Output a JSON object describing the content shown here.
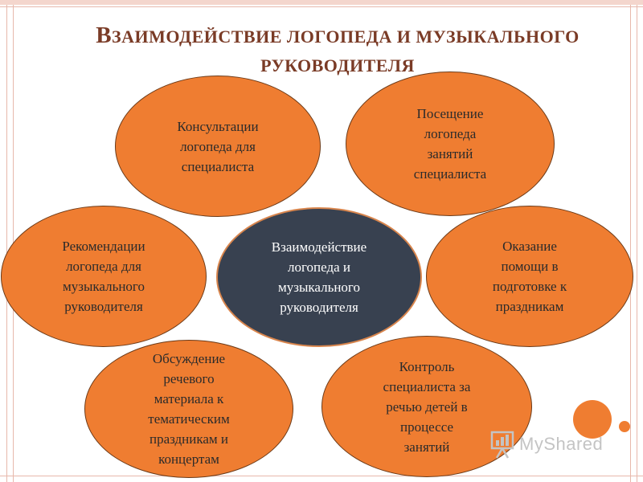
{
  "title": {
    "first_letter": "В",
    "line1_rest": "ЗАИМОДЕЙСТВИЕ ЛОГОПЕДА И МУЗЫКАЛЬНОГО",
    "line2": "РУКОВОДИТЕЛЯ"
  },
  "diagram": {
    "center": "Взаимодействие\nлогопеда и\nмузыкального\nруководителя",
    "nodes": [
      "Консультации\nлогопеда для\nспециалиста",
      "Посещение\nлогопеда\nзанятий\nспециалиста",
      "Рекомендации\nлогопеда для\nмузыкального\nруководителя",
      "Оказание\nпомощи в\nподготовке к\nпраздникам",
      "Обсуждение\nречевого\nматериала к\nтематическим\nпраздникам и\nконцертам",
      "Контроль\nспециалиста за\nречью детей в\nпроцессе\nзанятий"
    ]
  },
  "colors": {
    "node_fill": "#ef7d31",
    "center_fill": "#384150",
    "title": "#7a3b26"
  },
  "watermark": {
    "text": "MyShared",
    "icon": "presentation-board-icon"
  }
}
